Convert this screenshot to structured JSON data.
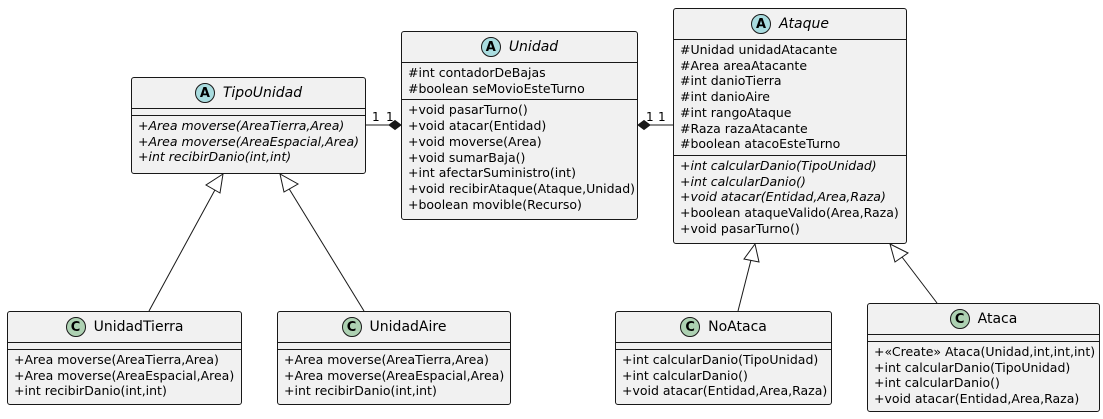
{
  "classes": {
    "tipo_unidad": {
      "stereotype": "A",
      "name": "TipoUnidad",
      "attributes": [],
      "methods": [
        "+Area moverse(AreaTierra,Area)",
        "+Area moverse(AreaEspacial,Area)",
        "+int recibirDanio(int,int)"
      ]
    },
    "unidad": {
      "stereotype": "A",
      "name": "Unidad",
      "attributes": [
        "#int contadorDeBajas",
        "#boolean seMovioEsteTurno"
      ],
      "methods": [
        "+void pasarTurno()",
        "+void atacar(Entidad)",
        "+void moverse(Area)",
        "+void sumarBaja()",
        "+int afectarSuministro(int)",
        "+void recibirAtaque(Ataque,Unidad)",
        "+boolean movible(Recurso)"
      ]
    },
    "ataque": {
      "stereotype": "A",
      "name": "Ataque",
      "attributes": [
        "#Unidad unidadAtacante",
        "#Area areaAtacante",
        "#int danioTierra",
        "#int danioAire",
        "#int rangoAtaque",
        "#Raza razaAtacante",
        "#boolean atacoEsteTurno"
      ],
      "methods": [
        "+int calcularDanio(TipoUnidad)",
        "+int calcularDanio()",
        "+void atacar(Entidad,Area,Raza)",
        "+boolean ataqueValido(Area,Raza)",
        "+void pasarTurno()"
      ]
    },
    "unidad_tierra": {
      "stereotype": "C",
      "name": "UnidadTierra",
      "attributes": [],
      "methods": [
        "+Area moverse(AreaTierra,Area)",
        "+Area moverse(AreaEspacial,Area)",
        "+int recibirDanio(int,int)"
      ]
    },
    "unidad_aire": {
      "stereotype": "C",
      "name": "UnidadAire",
      "attributes": [],
      "methods": [
        "+Area moverse(AreaTierra,Area)",
        "+Area moverse(AreaEspacial,Area)",
        "+int recibirDanio(int,int)"
      ]
    },
    "no_ataca": {
      "stereotype": "C",
      "name": "NoAtaca",
      "attributes": [],
      "methods": [
        "+int calcularDanio(TipoUnidad)",
        "+int calcularDanio()",
        "+void atacar(Entidad,Area,Raza)"
      ]
    },
    "ataca": {
      "stereotype": "C",
      "name": "Ataca",
      "attributes": [],
      "methods": [
        "+«Create» Ataca(Unidad,int,int,int)",
        "+int calcularDanio(TipoUnidad)",
        "+int calcularDanio()",
        "+void atacar(Entidad,Area,Raza)"
      ]
    }
  },
  "associations": {
    "unidad_tipo_unidad": {
      "left_mult": "1",
      "right_mult": "1"
    },
    "unidad_ataque": {
      "left_mult": "1",
      "right_mult": "1"
    }
  },
  "colors": {
    "abstract_circle": "#a9dcdf",
    "class_circle": "#add1b2",
    "box_fill": "#f1f1f1",
    "line": "#181818"
  }
}
